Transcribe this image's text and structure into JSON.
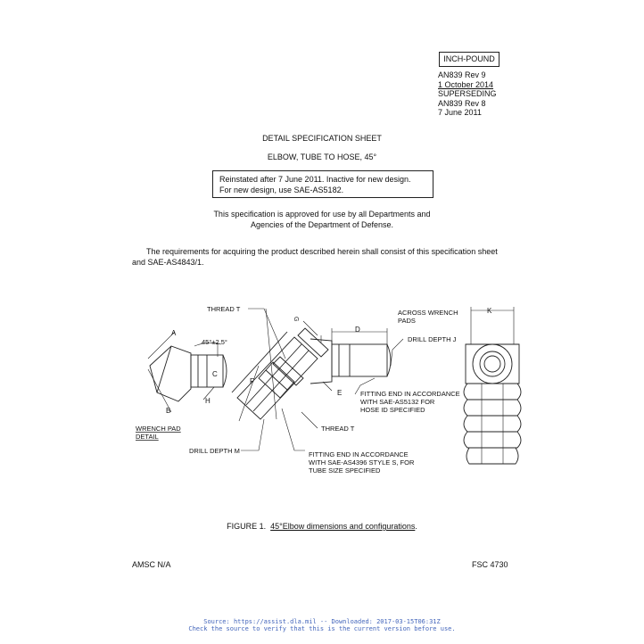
{
  "header": {
    "inch_pound": "INCH-POUND",
    "doc_id": "AN839 Rev 9",
    "date": "1 October 2014",
    "superseding": "SUPERSEDING",
    "prev_id": "AN839 Rev 8",
    "prev_date": "7 June 2011"
  },
  "title": "DETAIL SPECIFICATION SHEET",
  "subtitle": "ELBOW, TUBE TO HOSE, 45°",
  "notice": {
    "line1": "Reinstated after  7 June 2011.  Inactive for new design.",
    "line2": "For new design, use SAE-AS5182."
  },
  "approval": {
    "line1": "This specification is approved for use by all Departments and",
    "line2": "Agencies of the Department of Defense."
  },
  "requirements": {
    "line1": "The requirements for acquiring the product described herein shall consist of this specification sheet",
    "line2": "and SAE-AS4843/1."
  },
  "drawing": {
    "thread_t": "THREAD T",
    "across_wrench": "ACROSS WRENCH",
    "pads": "PADS",
    "dim_k": "K",
    "dim_d": "D",
    "dim_a": "A",
    "dim_b": "B",
    "dim_c": "C",
    "dim_e": "E",
    "dim_f": "F",
    "dim_h": "H",
    "dim_g": "G",
    "angle": "45°±2.5°",
    "drill_j": "DRILL DEPTH J",
    "fitting_hose1": "FITTING END IN ACCORDANCE",
    "fitting_hose2": "WITH SAE-AS5132  FOR",
    "fitting_hose3": "HOSE ID SPECIFIED",
    "thread_t2": "THREAD T",
    "wrench_pad1": "WRENCH PAD",
    "wrench_pad2": "DETAIL",
    "drill_m": "DRILL DEPTH M",
    "fitting_tube1": "FITTING END IN ACCORDANCE",
    "fitting_tube2": "WITH SAE-AS4396 STYLE S, FOR",
    "fitting_tube3": "TUBE SIZE SPECIFIED"
  },
  "figure": {
    "label": "FIGURE 1.",
    "caption": "45°Elbow dimensions and configurations"
  },
  "footer": {
    "amsc": "AMSC N/A",
    "fsc": "FSC 4730",
    "source1": "Source: https://assist.dla.mil -- Downloaded: 2017-03-15T06:31Z",
    "source2": "Check the source to verify that this is the current version before use."
  }
}
